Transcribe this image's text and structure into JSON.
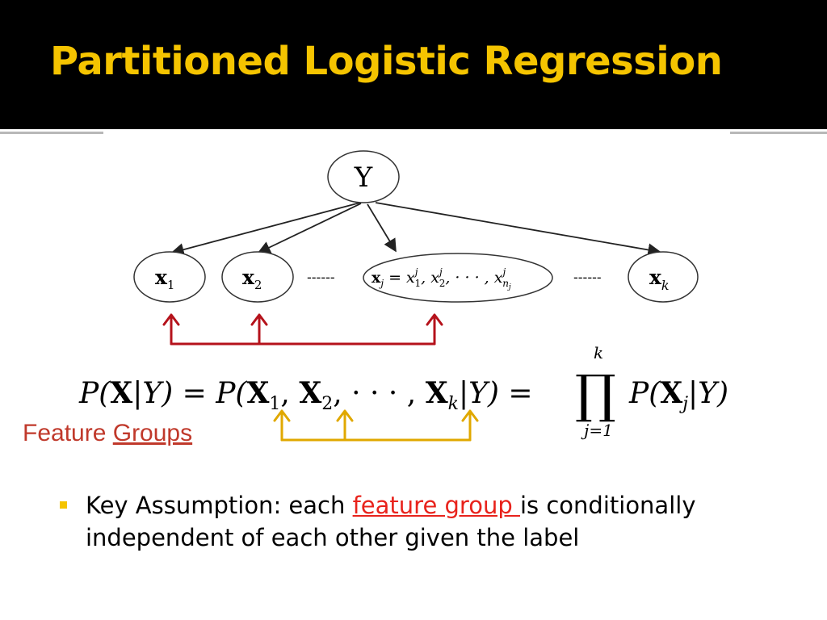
{
  "slide": {
    "title": "Partitioned Logistic Regression",
    "accent_color": "#f5c400",
    "caption": {
      "part1": "Feature ",
      "part2": "Groups"
    },
    "bullet": {
      "before": "Key Assumption: each ",
      "link": "feature group ",
      "after": " is conditionally independent of each other given the label"
    }
  },
  "diagram": {
    "root": "Y",
    "nodes": {
      "x1": {
        "base": "x",
        "sub": "1"
      },
      "x2": {
        "base": "x",
        "sub": "2"
      },
      "xj": {
        "base": "x",
        "sub": "j",
        "eq": " = x",
        "sup1": "j",
        "s1": "1",
        "sep": ", x",
        "sup2": "j",
        "s2": "2",
        "dots": ", · · · , x",
        "sup3": "j",
        "s3": "n",
        "s3sub": "j"
      },
      "xk": {
        "base": "x",
        "sub": "k"
      }
    },
    "dashes": "------",
    "arrow_colors": {
      "top": "#b5121b",
      "bottom": "#e0a800"
    }
  },
  "equation": {
    "p1": "P(",
    "X1": "X",
    "p2": "|Y) = P(",
    "a": "X",
    "a_sub": "1",
    "comma1": ", ",
    "b": "X",
    "b_sub": "2",
    "dots": ", · · · , ",
    "c": "X",
    "c_sub": "k",
    "p3": "|Y) =",
    "prod": "∏",
    "prod_top": "k",
    "prod_bottom": "j=1",
    "p4": "P(",
    "d": "X",
    "d_sub": "j",
    "p5": "|Y)"
  }
}
